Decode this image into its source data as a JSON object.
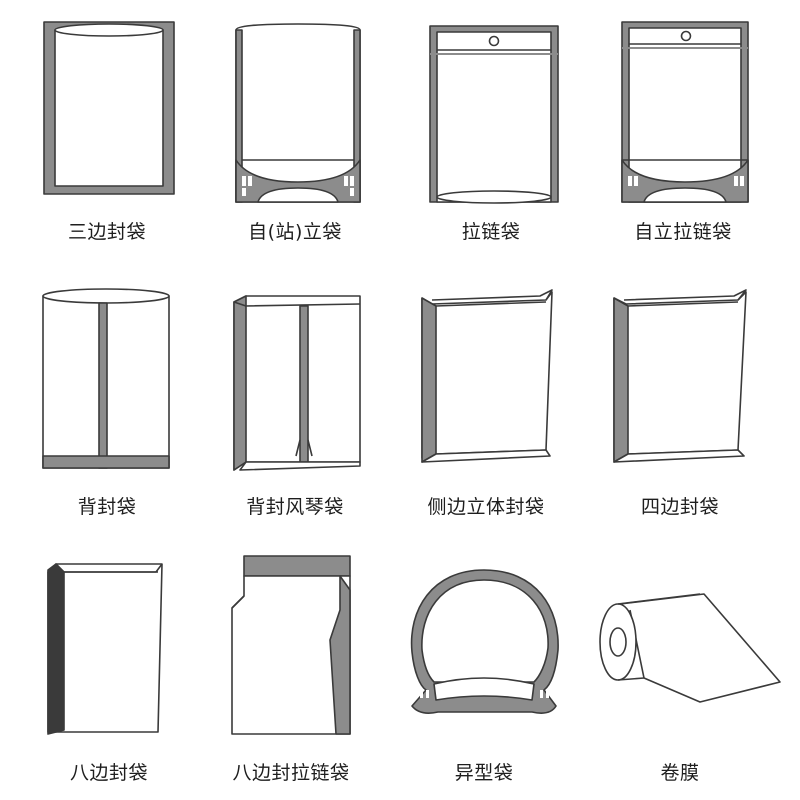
{
  "items": [
    {
      "label": "三边封袋"
    },
    {
      "label": "自(站)立袋"
    },
    {
      "label": "拉链袋"
    },
    {
      "label": "自立拉链袋"
    },
    {
      "label": "背封袋"
    },
    {
      "label": "背封风琴袋"
    },
    {
      "label": "侧边立体封袋"
    },
    {
      "label": "四边封袋"
    },
    {
      "label": "八边封袋"
    },
    {
      "label": "八边封拉链袋"
    },
    {
      "label": "异型袋"
    },
    {
      "label": "卷膜"
    }
  ],
  "colors": {
    "stroke": "#3a3a3a",
    "seal": "#8c8c8c",
    "bg": "#ffffff"
  }
}
